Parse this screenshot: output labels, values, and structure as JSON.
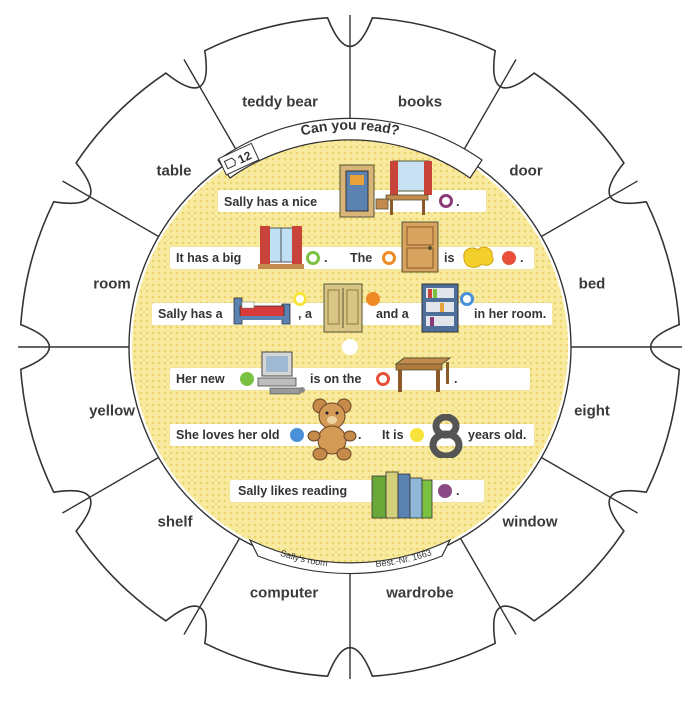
{
  "header": {
    "title": "Can you read?",
    "card_number": "12"
  },
  "footer": {
    "name": "Sally's room",
    "order_number": "Best.-Nr. 1663"
  },
  "words": [
    "teddy bear",
    "books",
    "door",
    "bed",
    "eight",
    "window",
    "wardrobe",
    "computer",
    "shelf",
    "yellow",
    "room",
    "table"
  ],
  "sentences": {
    "s1": {
      "a": "Sally has a nice",
      "b": "."
    },
    "s2": {
      "a": "It has a big",
      "b": ".",
      "c": "The",
      "d": "is",
      "e": "."
    },
    "s3": {
      "a": "Sally has a",
      "b": ", a",
      "c": "and  a",
      "d": "in her room."
    },
    "s4": {
      "a": "Her new",
      "b": "is on the",
      "c": "."
    },
    "s5": {
      "a": "She loves her old",
      "b": ".",
      "c": "It is",
      "d": "years old."
    },
    "s6": {
      "a": "Sally likes reading",
      "b": "."
    }
  },
  "dot_colors": {
    "purple": "#8a3a78",
    "green": "#7ac142",
    "orange": "#f08a24",
    "red": "#e8503a",
    "yellow": "#f7e43a",
    "blue": "#4a90d9",
    "violet": "#8a4a86"
  },
  "icons": [
    "room-scene-icon",
    "window-icon",
    "door-icon",
    "yellow-blob-icon",
    "bed-icon",
    "wardrobe-icon",
    "bookshelf-icon",
    "computer-icon",
    "table-icon",
    "teddy-bear-icon",
    "number-eight-icon",
    "books-icon"
  ]
}
